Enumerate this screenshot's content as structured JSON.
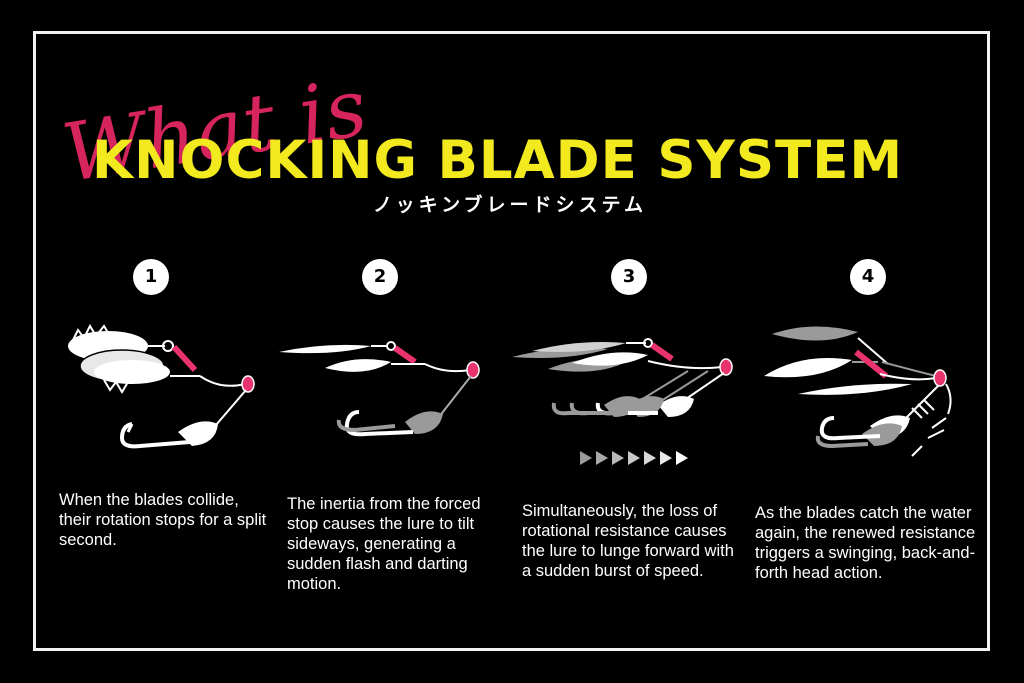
{
  "heading": {
    "script": "What is",
    "main": "KNOCKING BLADE  SYSTEM",
    "japanese": "ノッキンブレードシステム"
  },
  "colors": {
    "background": "#000000",
    "frame": "#f2f2f2",
    "title_yellow": "#f2ea1f",
    "script_pink": "#d6245c",
    "accent_pink": "#e8336d",
    "lure_white": "#ffffff",
    "lure_grey": "#9a9a9a"
  },
  "steps": [
    {
      "number": "1",
      "text": "When the blades collide, their rotation stops for a split second."
    },
    {
      "number": "2",
      "text": "The inertia from the forced stop causes the lure to tilt sideways, generating a sudden flash and darting motion."
    },
    {
      "number": "3",
      "text": "Simultaneously, the loss of rotational resistance causes the lure to lunge forward with a sudden burst of speed."
    },
    {
      "number": "4",
      "text": "As the blades catch the water again, the renewed resistance triggers a swinging, back-and-forth head action."
    }
  ]
}
